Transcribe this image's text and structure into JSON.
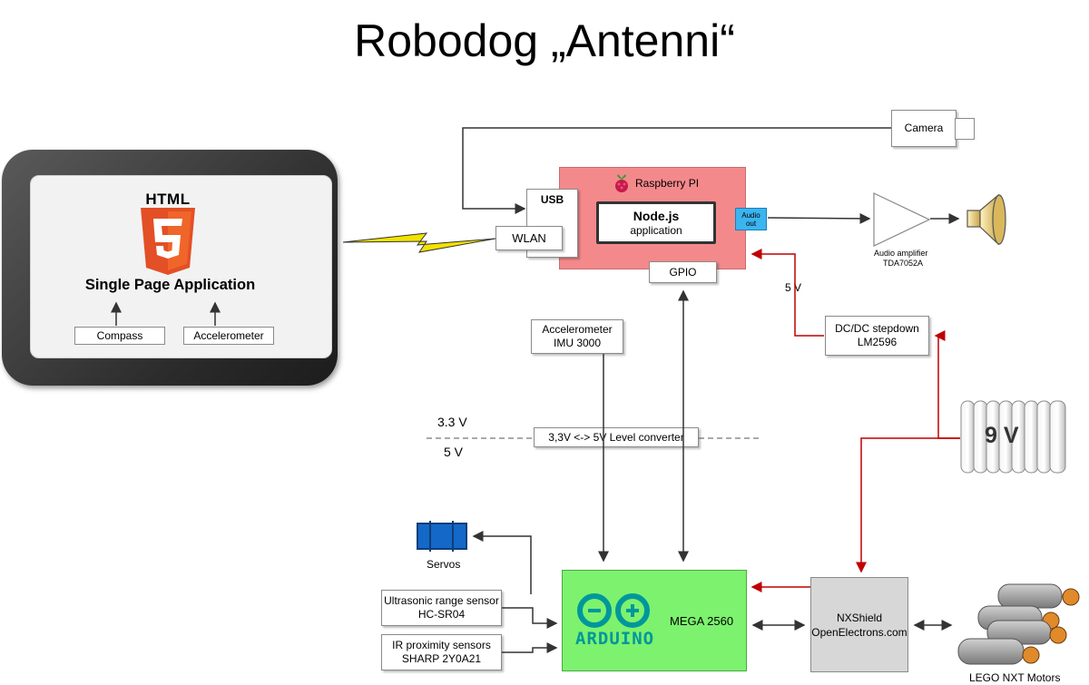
{
  "title": "Robodog „Antenni“",
  "tablet": {
    "html_word": "HTML",
    "app_label": "Single Page Application",
    "compass": "Compass",
    "accelerometer": "Accelerometer"
  },
  "rpi": {
    "label": "Raspberry PI",
    "usb": "USB",
    "wlan": "WLAN",
    "node_name": "Node.js",
    "node_sub": "application",
    "audio_out_line1": "Audio",
    "audio_out_line2": "out",
    "gpio": "GPIO"
  },
  "camera": "Camera",
  "amplifier": {
    "line1": "Audio amplifier",
    "line2": "TDA7052A"
  },
  "imu": {
    "line1": "Accelerometer",
    "line2": "IMU 3000"
  },
  "stepdown": {
    "line1": "DC/DC stepdown",
    "line2": "LM2596"
  },
  "five_v_label": "5 V",
  "voltage_high": "3.3 V",
  "voltage_low": "5 V",
  "level_converter": "3,3V <-> 5V   Level converter",
  "battery": "9 V",
  "servos": "Servos",
  "ultrasonic": {
    "line1": "Ultrasonic range sensor",
    "line2": "HC-SR04"
  },
  "ir": {
    "line1": "IR proximity sensors",
    "line2": "SHARP 2Y0A21"
  },
  "arduino": {
    "brand": "ARDUINO",
    "model": "MEGA 2560"
  },
  "nxshield": {
    "line1": "NXShield",
    "line2": "OpenElectrons.com"
  },
  "motors": "LEGO NXT Motors",
  "colors": {
    "rpi": "#f4898b",
    "arduino": "#7cf26e",
    "audio_out": "#3cb4f0",
    "power_wire": "#c00000",
    "html5": "#e34f26",
    "arduino_logo": "#00979c"
  }
}
